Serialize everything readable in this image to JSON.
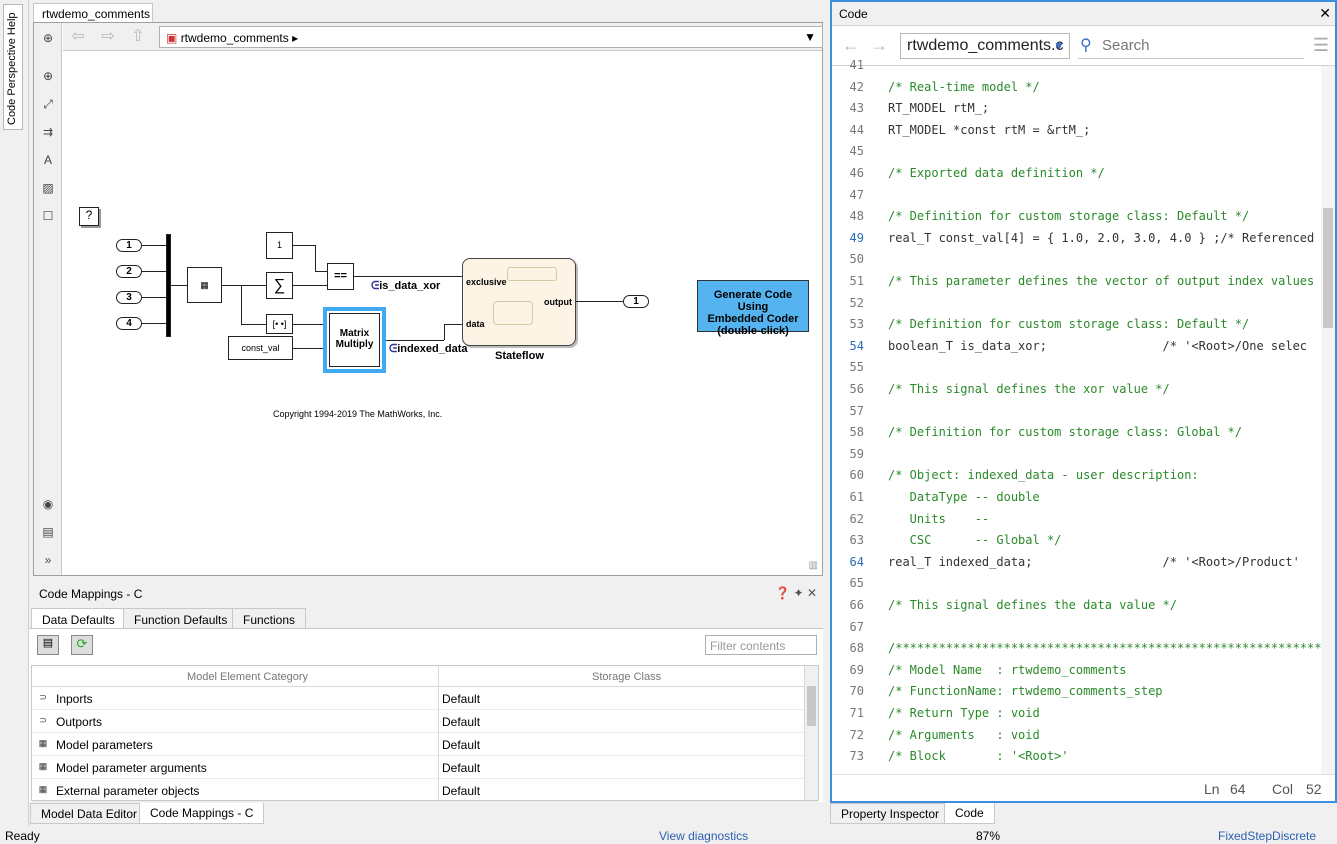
{
  "left_panel": {
    "vertical_tab": "Code Perspective Help"
  },
  "editor": {
    "tab": "rtwdemo_comments",
    "breadcrumb": "rtwdemo_comments"
  },
  "diagram": {
    "help_block": "?",
    "inports": [
      "1",
      "2",
      "3",
      "4"
    ],
    "constant_value": "1",
    "relational_op": "==",
    "const_block": "const_val",
    "matrix_multiply": "Matrix\nMultiply",
    "signal_is_data_xor": "is_data_xor",
    "signal_indexed_data": "indexed_data",
    "stateflow_label": "Stateflow",
    "stateflow_port_exclusive": "exclusive",
    "stateflow_port_data": "data",
    "stateflow_port_output": "output",
    "outport": "1",
    "gen_code_button": "Generate Code Using\nEmbedded Coder\n(double-click)",
    "copyright": "Copyright 1994-2019 The MathWorks, Inc."
  },
  "code_mappings": {
    "title": "Code Mappings - C",
    "tabs": [
      "Data Defaults",
      "Function Defaults",
      "Functions"
    ],
    "filter_placeholder": "Filter contents",
    "columns": [
      "Model Element Category",
      "Storage Class"
    ],
    "rows": [
      {
        "category": "Inports",
        "storage": "Default"
      },
      {
        "category": "Outports",
        "storage": "Default"
      },
      {
        "category": "Model parameters",
        "storage": "Default"
      },
      {
        "category": "Model parameter arguments",
        "storage": "Default"
      },
      {
        "category": "External parameter objects",
        "storage": "Default"
      }
    ]
  },
  "bottom_tabs_left": [
    "Model Data Editor",
    "Code Mappings - C"
  ],
  "bottom_tabs_right": [
    "Property Inspector",
    "Code"
  ],
  "code": {
    "title": "Code",
    "file": "rtwdemo_comments.c",
    "search_placeholder": "Search",
    "lines": [
      {
        "n": "41",
        "t": ""
      },
      {
        "n": "42",
        "t": "/* Real-time model */"
      },
      {
        "n": "43",
        "t": "RT_MODEL rtM_;"
      },
      {
        "n": "44",
        "t": "RT_MODEL *const rtM = &rtM_;"
      },
      {
        "n": "45",
        "t": ""
      },
      {
        "n": "46",
        "t": "/* Exported data definition */"
      },
      {
        "n": "47",
        "t": ""
      },
      {
        "n": "48",
        "t": "/* Definition for custom storage class: Default */"
      },
      {
        "n": "49",
        "t": "real_T const_val[4] = { 1.0, 2.0, 3.0, 4.0 } ;/* Referenced"
      },
      {
        "n": "50",
        "t": ""
      },
      {
        "n": "51",
        "t": "/* This parameter defines the vector of output index values"
      },
      {
        "n": "52",
        "t": ""
      },
      {
        "n": "53",
        "t": "/* Definition for custom storage class: Default */"
      },
      {
        "n": "54",
        "t": "boolean_T is_data_xor;                /* '<Root>/One selec"
      },
      {
        "n": "55",
        "t": ""
      },
      {
        "n": "56",
        "t": "/* This signal defines the xor value */"
      },
      {
        "n": "57",
        "t": ""
      },
      {
        "n": "58",
        "t": "/* Definition for custom storage class: Global */"
      },
      {
        "n": "59",
        "t": ""
      },
      {
        "n": "60",
        "t": "/* Object: indexed_data - user description:"
      },
      {
        "n": "61",
        "t": "   DataType -- double"
      },
      {
        "n": "62",
        "t": "   Units    --"
      },
      {
        "n": "63",
        "t": "   CSC      -- Global */"
      },
      {
        "n": "64",
        "t": "real_T indexed_data;                  /* '<Root>/Product'"
      },
      {
        "n": "65",
        "t": ""
      },
      {
        "n": "66",
        "t": "/* This signal defines the data value */"
      },
      {
        "n": "67",
        "t": ""
      },
      {
        "n": "68",
        "t": "/***********************************************************"
      },
      {
        "n": "69",
        "t": "/* Model Name  : rtwdemo_comments"
      },
      {
        "n": "70",
        "t": "/* FunctionName: rtwdemo_comments_step"
      },
      {
        "n": "71",
        "t": "/* Return Type : void"
      },
      {
        "n": "72",
        "t": "/* Arguments   : void"
      },
      {
        "n": "73",
        "t": "/* Block       : '<Root>'"
      }
    ],
    "footer": {
      "ln_label": "Ln",
      "ln_value": "64",
      "col_label": "Col",
      "col_value": "52"
    }
  },
  "status": {
    "left": "Ready",
    "diagnostics": "View diagnostics",
    "zoom": "87%",
    "solver": "FixedStepDiscrete"
  }
}
